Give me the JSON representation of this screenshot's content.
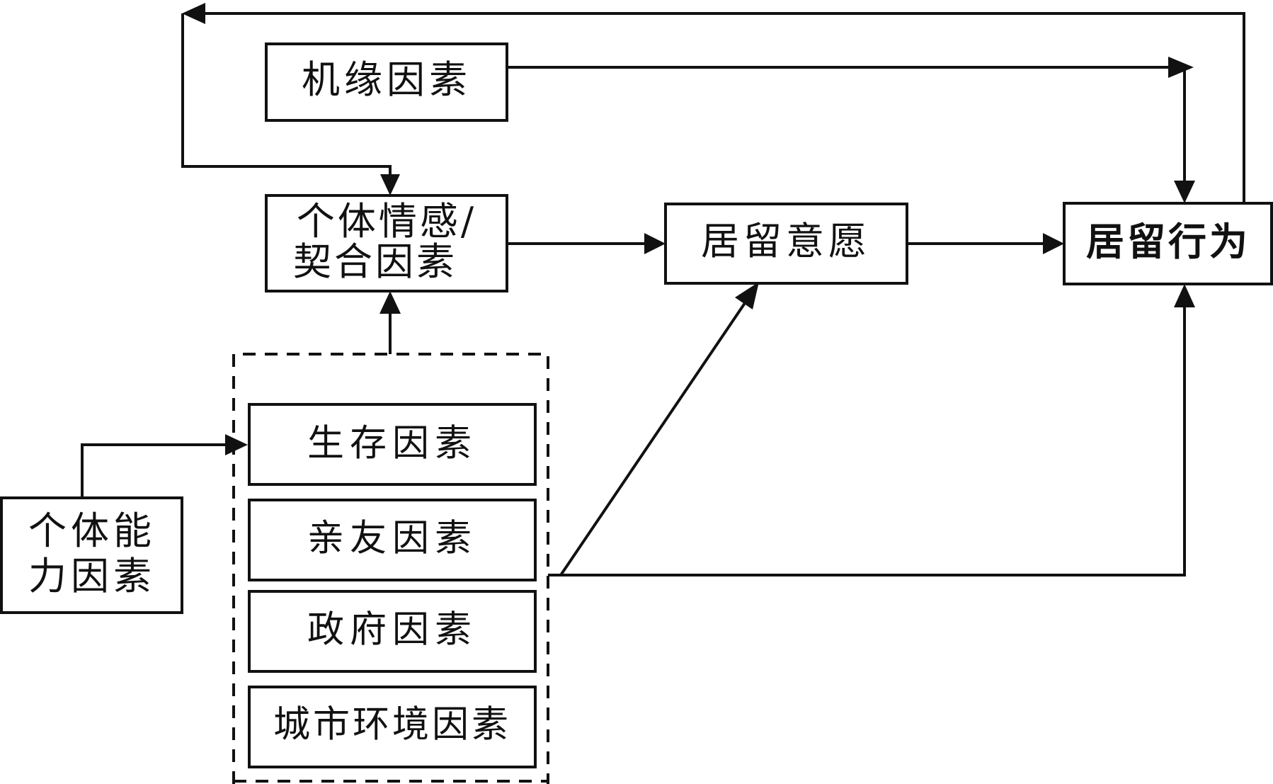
{
  "boxes": {
    "chance": "机缘因素",
    "emotion_line1": "个体情感/",
    "emotion_line2": "契合因素",
    "intention": "居留意愿",
    "behavior": "居留行为",
    "survival": "生存因素",
    "kin": "亲友因素",
    "government": "政府因素",
    "urban": "城市环境因素",
    "ability_line1": "个体能",
    "ability_line2": "力因素"
  }
}
